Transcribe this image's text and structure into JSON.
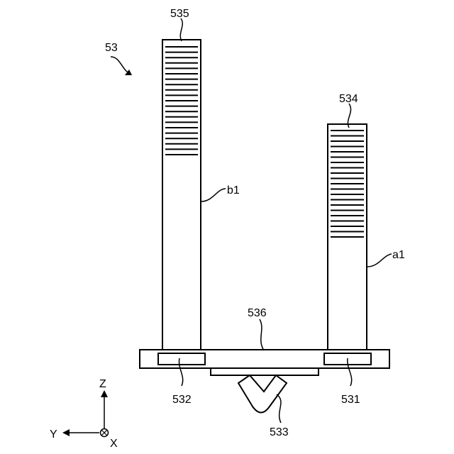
{
  "figure": {
    "assembly_label": "53",
    "part_labels": {
      "right_column_top": "534",
      "left_column_top": "535",
      "base_plate": "536",
      "right_column": "a1",
      "left_column": "b1",
      "right_pad": "531",
      "left_pad": "532",
      "bottom_connector": "533"
    },
    "axes": {
      "z": "Z",
      "y": "Y",
      "x": "X"
    }
  }
}
